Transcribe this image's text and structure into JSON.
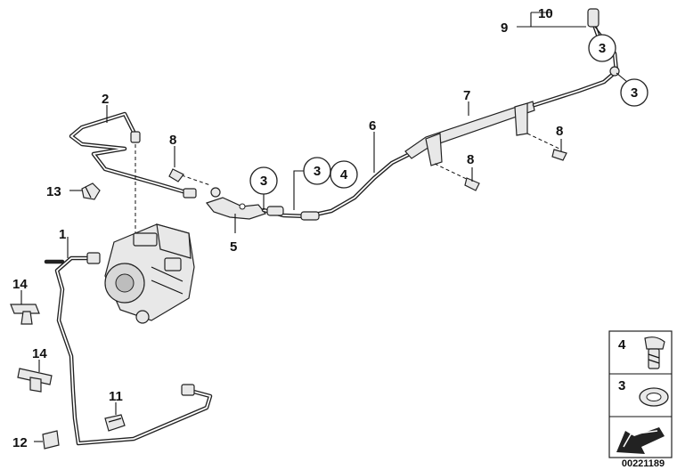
{
  "diagram_id": "00221189",
  "callouts": {
    "c1": "1",
    "c2": "2",
    "c3a": "3",
    "c3b": "3",
    "c3c": "3",
    "c3d": "3",
    "c4": "4",
    "c5": "5",
    "c6": "6",
    "c7": "7",
    "c8a": "8",
    "c8b": "8",
    "c8c": "8",
    "c9": "9",
    "c10": "10",
    "c11": "11",
    "c12": "12",
    "c13": "13",
    "c14a": "14",
    "c14b": "14"
  },
  "legend": {
    "item_4": "4",
    "item_3": "3"
  },
  "colors": {
    "line": "#222222",
    "part_fill": "#e8e8e8",
    "background": "#ffffff"
  }
}
